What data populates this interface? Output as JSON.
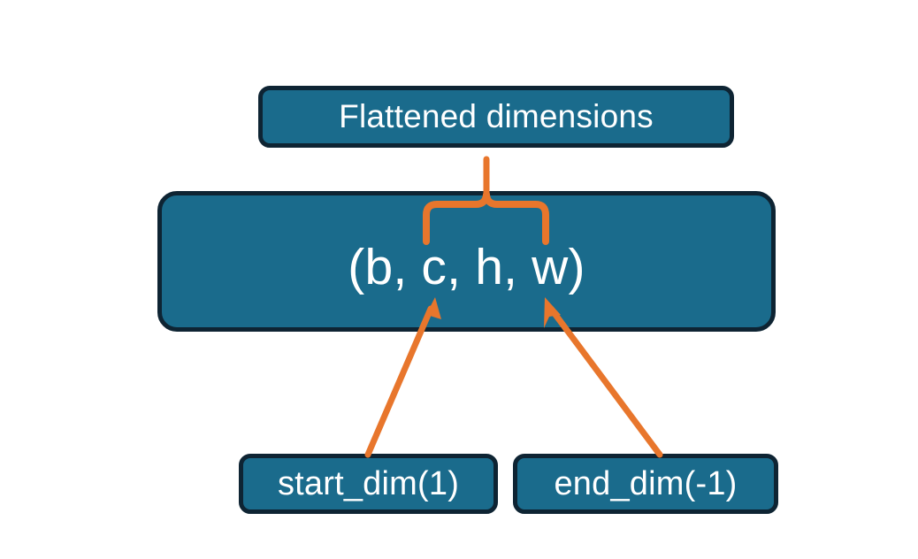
{
  "diagram": {
    "title_node": {
      "label": "Flattened dimensions",
      "name": "flattened-dimensions-box"
    },
    "shape_node": {
      "label": "(b, c, h, w)",
      "name": "tensor-shape-box"
    },
    "start_dim_node": {
      "label": "start_dim(1)",
      "name": "start-dim-box"
    },
    "end_dim_node": {
      "label": "end_dim(-1)",
      "name": "end-dim-box"
    },
    "connectors": {
      "brace": "curly-brace-connector",
      "start_arrow": "start-dim-arrow",
      "end_arrow": "end-dim-arrow"
    }
  },
  "colors": {
    "box_fill": "#1A6B8C",
    "box_border": "#0E2433",
    "box_text": "#FFFFFF",
    "accent_orange": "#E8762C",
    "background": "#FFFFFF"
  }
}
